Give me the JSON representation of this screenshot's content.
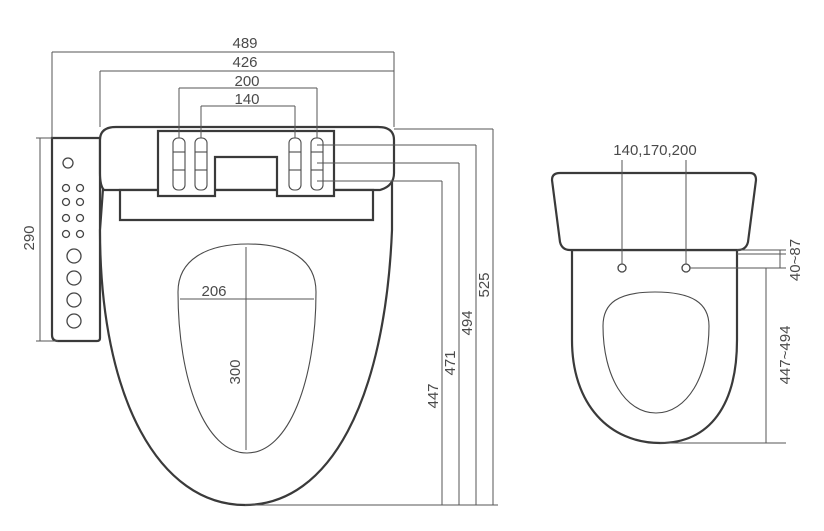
{
  "diagram": {
    "top_view": {
      "dimensions": {
        "total_width": "489",
        "seat_width": "426",
        "bracket_outer": "200",
        "bracket_inner": "140",
        "seat_opening_width": "206",
        "seat_opening_length": "300",
        "panel_height": "290",
        "length_1": "447",
        "length_2": "471",
        "length_3": "494",
        "total_length": "525"
      }
    },
    "side_view": {
      "dimensions": {
        "hole_spacing": "140,170,200",
        "hole_offset": "40~87",
        "toilet_length": "447~494"
      }
    }
  }
}
